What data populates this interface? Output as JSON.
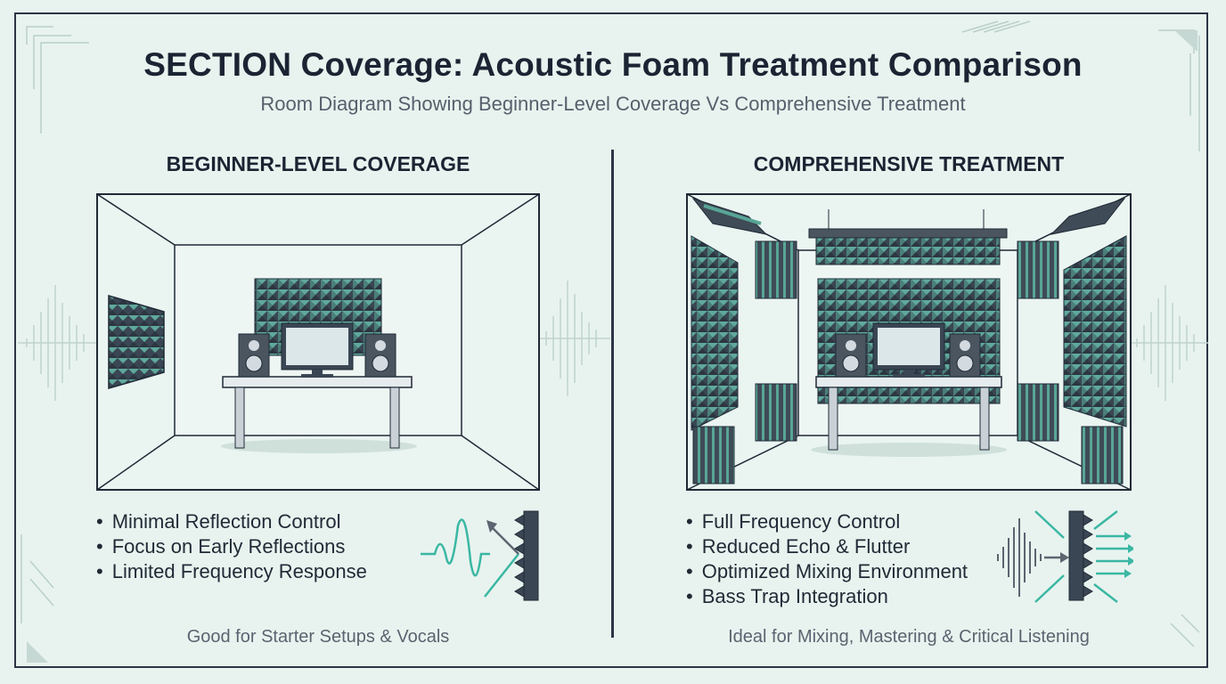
{
  "header": {
    "title": "SECTION Coverage: Acoustic Foam Treatment Comparison",
    "subtitle": "Room Diagram Showing Beginner-Level Coverage Vs Comprehensive Treatment"
  },
  "panels": [
    {
      "heading": "BEGINNER-LEVEL COVERAGE",
      "bullets": [
        "Minimal Reflection Control",
        "Focus on Early Reflections",
        "Limited Frequency Response"
      ],
      "note": "Good for Starter Setups & Vocals",
      "icon": "reflection-wave-icon"
    },
    {
      "heading": "COMPREHENSIVE TREATMENT",
      "bullets": [
        "Full Frequency Control",
        "Reduced Echo & Flutter",
        "Optimized Mixing Environment",
        "Bass Trap Integration"
      ],
      "note": "Ideal for Mixing, Mastering & Critical Listening",
      "icon": "absorption-diffusion-icon"
    }
  ],
  "colors": {
    "background": "#e8f3ef",
    "ink": "#2a3645",
    "foam": "#3d4a57",
    "accent": "#3ab7a3"
  }
}
